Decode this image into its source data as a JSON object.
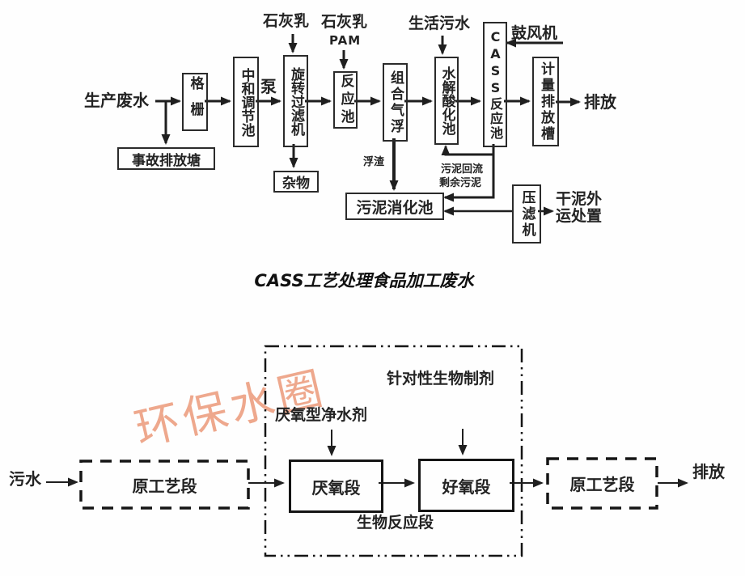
{
  "colors": {
    "ink": "#1f1f1f",
    "watermark": "#eda184"
  },
  "diagram1": {
    "title": "CASS工艺处理食品加工废水",
    "boxes": {
      "grid": "格栅",
      "neutralization_tank": "中和调节池",
      "rotary_filter": "旋转过滤机",
      "reaction_tank": "反应池",
      "air_flotation": "组合气浮",
      "hydrolysis_tank": "水解酸化池",
      "cass_tank": "CASS反应池",
      "metering_tank": "计量排放槽",
      "accident_pond": "事故排放塘",
      "debris": "杂物",
      "sludge_digestion_tank": "污泥消化池",
      "filter_press": "压滤机"
    },
    "labels": {
      "influent": "生产废水",
      "pump": "泵",
      "lime_1": "石灰乳",
      "lime_2": "石灰乳",
      "pam": "PAM",
      "domestic_sewage": "生活污水",
      "blower": "鼓风机",
      "discharge": "排放",
      "scum": "浮渣",
      "sludge_return": "污泥回流",
      "excess_sludge": "剩余污泥",
      "dry_mud_line1": "干泥外",
      "dry_mud_line2": "运处置"
    }
  },
  "diagram2": {
    "watermark": "环保水圈",
    "labels": {
      "influent": "污水",
      "original_stage_1": "原工艺段",
      "anaerobic_stage": "厌氧段",
      "aerobic_stage": "好氧段",
      "original_stage_2": "原工艺段",
      "discharge": "排放",
      "anaerobic_agent": "厌氧型净水剂",
      "targeted_bio_agent": "针对性生物制剂",
      "bio_reaction_section": "生物反应段"
    }
  }
}
